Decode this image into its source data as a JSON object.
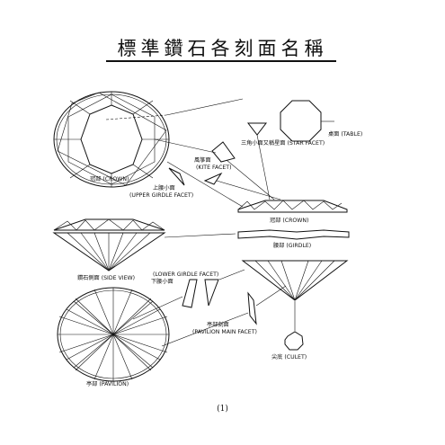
{
  "title": "標準鑽石各刻面名稱",
  "labels": {
    "crown_top": "冠部 (CROWN)",
    "table": "桌面 (TABLE)",
    "star_facet": "三角小面又稱星面 (STAR FACET)",
    "kite_cn": "風箏面",
    "kite_en": "(KITE FACET)",
    "upper_girdle_cn": "上腰小面",
    "upper_girdle_en": "(UPPER GIRDLE FACET)",
    "crown_side": "冠部 (CROWN)",
    "girdle": "腰部 (GIRDLE)",
    "side_view": "鑽石側面 (SIDE VIEW)",
    "lower_girdle_en": "(LOWER GIRDLE FACET)",
    "lower_girdle_cn": "下腰小面",
    "pavilion_main_cn": "亭部刻面",
    "pavilion_main_en": "(PAVILION MAIN FACET)",
    "culet": "尖底 (CULET)",
    "pavilion_bottom": "亭部 (PAVILION)"
  },
  "page_number": "(1)"
}
